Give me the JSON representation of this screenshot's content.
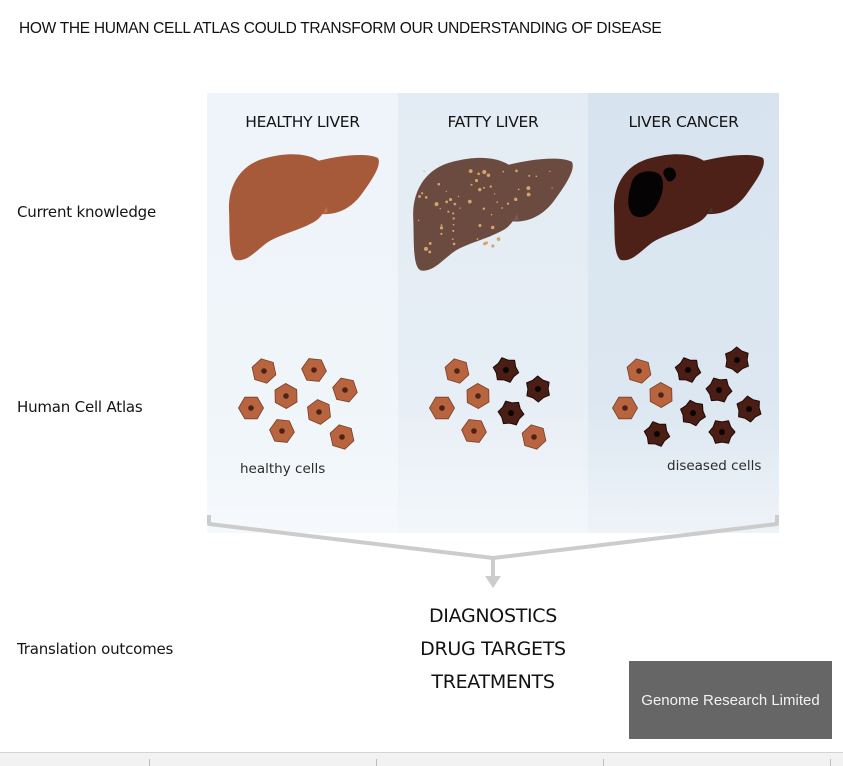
{
  "title": "HOW THE HUMAN CELL ATLAS COULD TRANSFORM OUR UNDERSTANDING OF DISEASE",
  "row_labels": {
    "current_knowledge": "Current knowledge",
    "human_cell_atlas": "Human Cell Atlas",
    "translation_outcomes": "Translation outcomes"
  },
  "columns": [
    {
      "heading": "HEALTHY LIVER",
      "liver_state": "healthy",
      "healthy_cells": 8,
      "diseased_cells": 0
    },
    {
      "heading": "FATTY LIVER",
      "liver_state": "fatty",
      "healthy_cells": 5,
      "diseased_cells": 3
    },
    {
      "heading": "LIVER CANCER",
      "liver_state": "cancer",
      "healthy_cells": 3,
      "diseased_cells": 7
    }
  ],
  "captions": {
    "healthy": "healthy cells",
    "diseased": "diseased cells"
  },
  "outcomes": [
    "DIAGNOSTICS",
    "DRUG TARGETS",
    "TREATMENTS"
  ],
  "credit": "Genome Research Limited",
  "colors": {
    "healthy_liver": "#a65a3a",
    "healthy_liver_notch": "#c06e4e",
    "fatty_liver": "#6b4a40",
    "fatty_spots": "#d4a46a",
    "cancer_liver": "#4e2118",
    "tumor": "#050303",
    "healthy_cell": "#b8643e",
    "diseased_cell": "#4a1e14",
    "connector": "#cccccc"
  }
}
